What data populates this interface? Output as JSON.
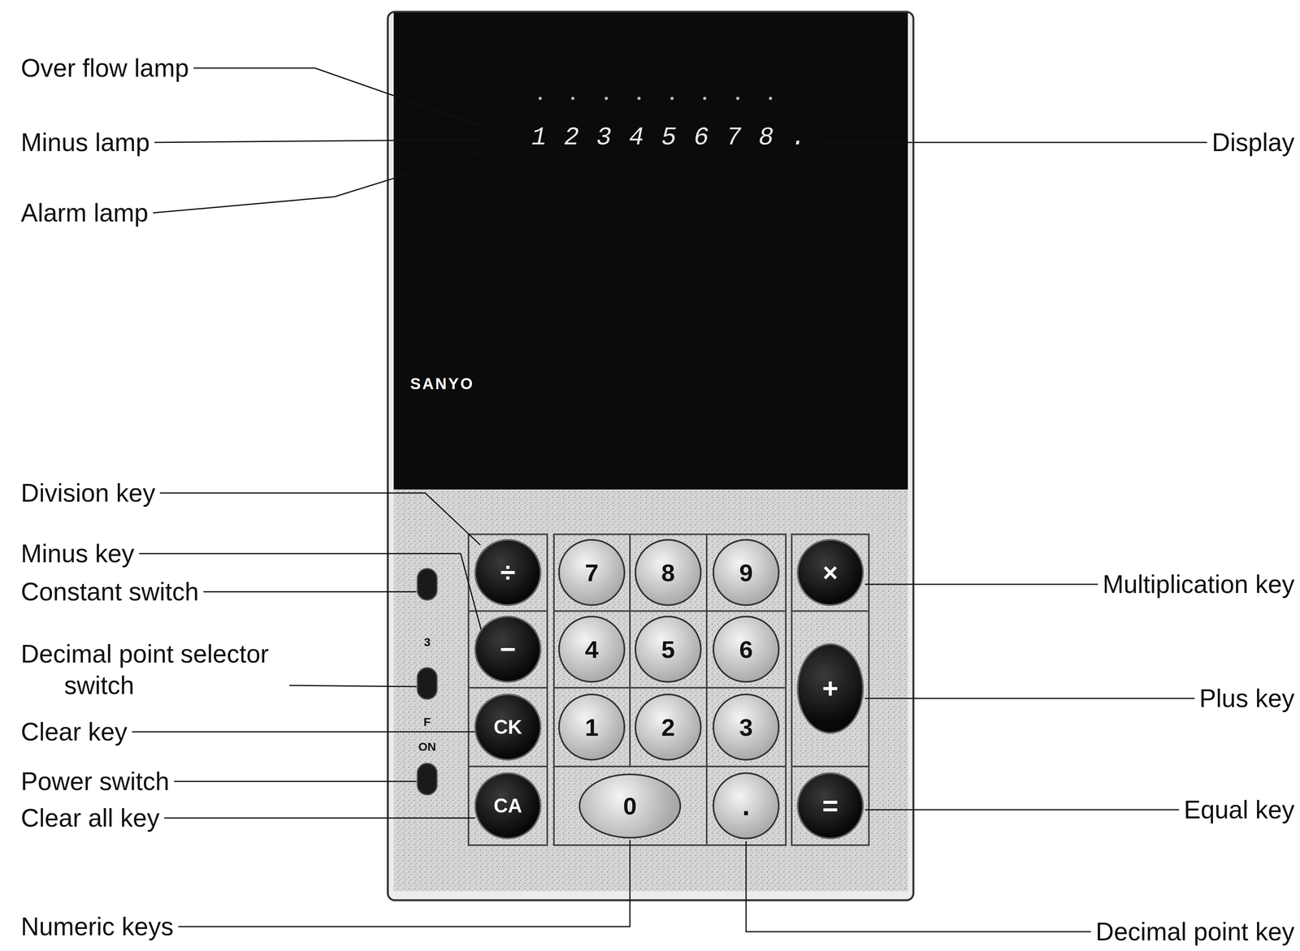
{
  "diagram": {
    "nodes": [
      {
        "text": [
          "÷"
        ]
      },
      {
        "text": [
          "7"
        ]
      },
      {
        "text": [
          "8"
        ]
      },
      {
        "text": [
          "9"
        ]
      },
      {
        "text": [
          "×"
        ]
      },
      {
        "text": [
          "−"
        ]
      },
      {
        "text": [
          "4"
        ]
      },
      {
        "text": [
          "5"
        ]
      },
      {
        "text": [
          "6"
        ]
      },
      {
        "text": [
          "+"
        ]
      },
      {
        "text": [
          "CK"
        ]
      },
      {
        "text": [
          "1"
        ]
      },
      {
        "text": [
          "2"
        ]
      },
      {
        "text": [
          "3"
        ]
      },
      {
        "text": [
          "CA"
        ]
      },
      {
        "text": [
          "0"
        ]
      },
      {
        "text": [
          "."
        ]
      },
      {
        "text": [
          "="
        ]
      }
    ],
    "labels": [
      "Over flow lamp",
      "Minus lamp",
      "Alarm lamp",
      "Display",
      "12345678.",
      "SANYO",
      "Division key",
      "Minus key",
      "Constant switch",
      "Decimal point selector switch",
      "Clear key",
      "Power switch",
      "Clear all key",
      "Multiplication key",
      "Plus key",
      "Equal key",
      "Numeric keys",
      "Decimal point key",
      "3",
      "F",
      "ON"
    ]
  }
}
